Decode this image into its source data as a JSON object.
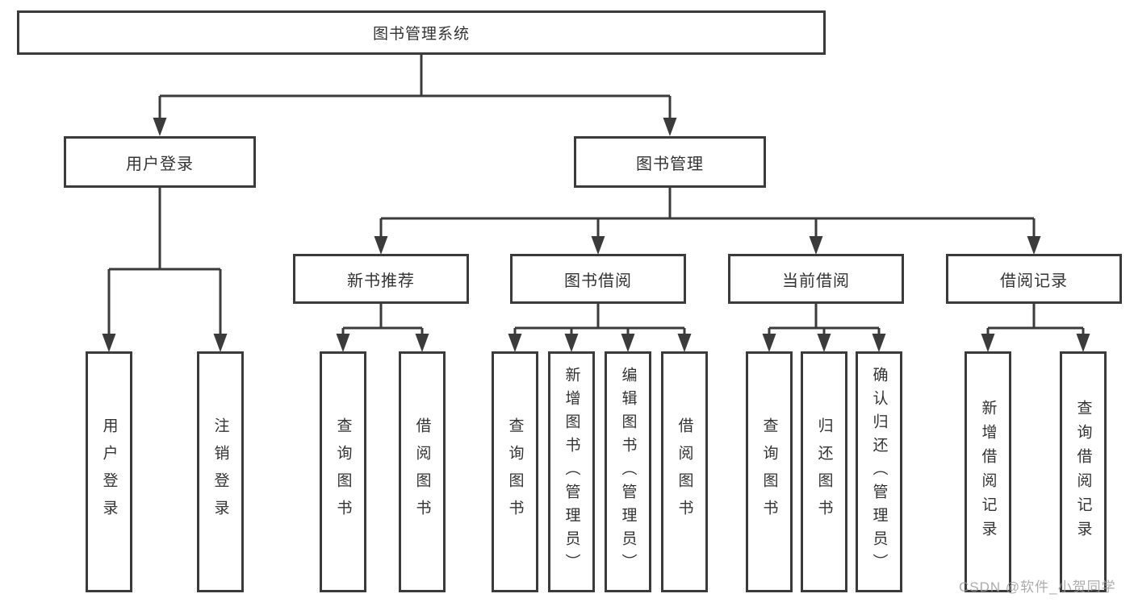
{
  "title": "图书管理系统",
  "colors": {
    "line": "#3b3b3b",
    "text": "#333333",
    "background": "#ffffff",
    "watermark": "#9e9e9e"
  },
  "nodes": {
    "root": "图书管理系统",
    "user_login": "用户登录",
    "book_management": "图书管理",
    "new_book_recommendation": "新书推荐",
    "book_borrowing": "图书借阅",
    "current_borrowing": "当前借阅",
    "borrowing_records": "借阅记录"
  },
  "leaves": {
    "user_login": [
      "用户登录",
      "注销登录"
    ],
    "new_book_recommendation": [
      "查询图书",
      "借阅图书"
    ],
    "book_borrowing": [
      "查询图书",
      "新增图书（管理员）",
      "编辑图书（管理员）",
      "借阅图书"
    ],
    "current_borrowing": [
      "查询图书",
      "归还图书",
      "确认归还（管理员）"
    ],
    "borrowing_records": [
      "新增借阅记录",
      "查询借阅记录"
    ]
  },
  "watermark": "CSDN @软件_小贺同学"
}
